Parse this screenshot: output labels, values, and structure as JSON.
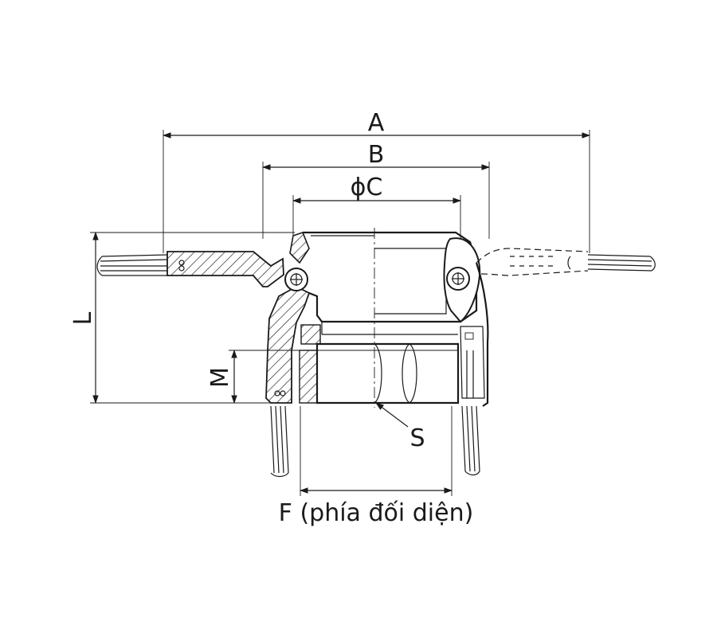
{
  "labels": {
    "A": "A",
    "B": "B",
    "C": "ϕC",
    "L": "L",
    "M": "M",
    "S": "S",
    "F": "F (phía đối diện)"
  },
  "colors": {
    "line": "#1a1a1a",
    "background": "#ffffff"
  }
}
